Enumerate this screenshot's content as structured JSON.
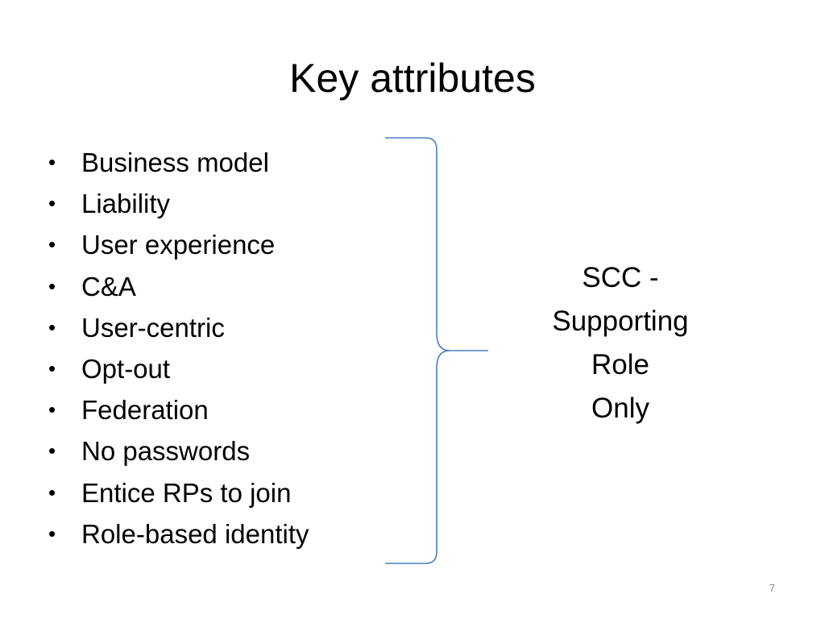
{
  "slide": {
    "title": "Key attributes",
    "bullets": [
      "Business model",
      "Liability",
      "User experience",
      "C&A",
      "User-centric",
      "Opt-out",
      "Federation",
      "No passwords",
      "Entice RPs to join",
      "Role-based identity"
    ],
    "bullet_glyph": "•",
    "side_text_lines": [
      "SCC -",
      "Supporting",
      "Role",
      "Only"
    ],
    "page_number": "7",
    "brace_color": "#4a7ebb"
  }
}
